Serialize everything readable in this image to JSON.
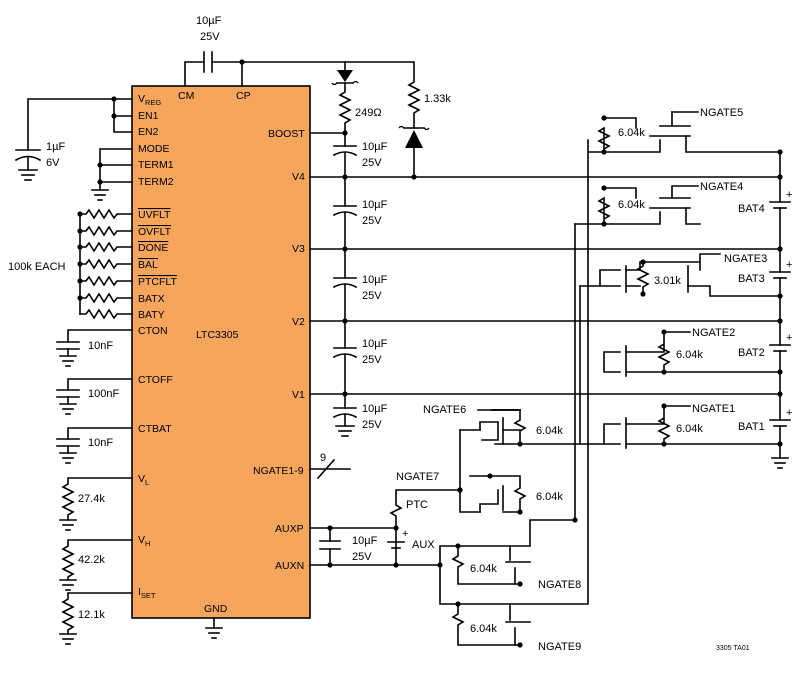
{
  "chip": {
    "name": "LTC3305",
    "fill": "#f5a55c",
    "left_pins": {
      "vreg": "V",
      "vreg_sub": "REG",
      "en1": "EN1",
      "en2": "EN2",
      "mode": "MODE",
      "term1": "TERM1",
      "term2": "TERM2",
      "uvflt": "UVFLT",
      "ovflt": "OVFLT",
      "done": "DONE",
      "bal": "BAL",
      "ptcflt": "PTCFLT",
      "batx": "BATX",
      "baty": "BATY",
      "cton": "CTON",
      "ctoff": "CTOFF",
      "ctbat": "CTBAT",
      "vl": "V",
      "vl_sub": "L",
      "vh": "V",
      "vh_sub": "H",
      "iset": "I",
      "iset_sub": "SET"
    },
    "top_pins": {
      "cm": "CM",
      "cp": "CP"
    },
    "right_pins": {
      "boost": "BOOST",
      "v4": "V4",
      "v3": "V3",
      "v2": "V2",
      "v1": "V1",
      "ngate": "NGATE1-9",
      "auxp": "AUXP",
      "auxn": "AUXN"
    },
    "bottom_pin": "GND"
  },
  "components": {
    "c_fly_value": "10µF",
    "c_fly_rating": "25V",
    "c_vreg_value": "1µF",
    "c_vreg_rating": "6V",
    "pullups": "100k EACH",
    "r_boost": "249Ω",
    "r_zener": "1.33k",
    "stack_caps": [
      {
        "value": "10µF",
        "rating": "25V"
      },
      {
        "value": "10µF",
        "rating": "25V"
      },
      {
        "value": "10µF",
        "rating": "25V"
      },
      {
        "value": "10µF",
        "rating": "25V"
      },
      {
        "value": "10µF",
        "rating": "25V"
      }
    ],
    "c_cton": "10nF",
    "c_ctoff": "100nF",
    "c_ctbat": "10nF",
    "r_vl": "27.4k",
    "r_vh": "42.2k",
    "r_iset": "12.1k",
    "ngate_bus_count": "9",
    "r_ptc": "PTC",
    "c_aux_value": "10µF",
    "c_aux_rating": "25V",
    "aux": "AUX",
    "plus": "+"
  },
  "switches": {
    "ngate1": "NGATE1",
    "ngate2": "NGATE2",
    "ngate3": "NGATE3",
    "ngate4": "NGATE4",
    "ngate5": "NGATE5",
    "ngate6": "NGATE6",
    "ngate7": "NGATE7",
    "ngate8": "NGATE8",
    "ngate9": "NGATE9",
    "r_6_04k": "6.04k",
    "r_3_01k": "3.01k"
  },
  "batteries": {
    "bat1": "BAT1",
    "bat2": "BAT2",
    "bat3": "BAT3",
    "bat4": "BAT4"
  },
  "figure_id": "3305 TA01"
}
